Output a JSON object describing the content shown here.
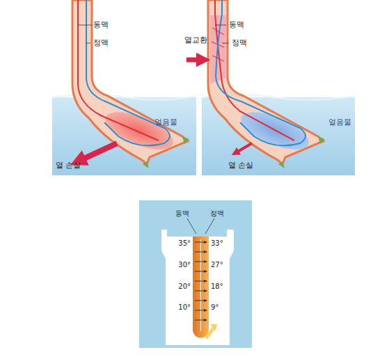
{
  "diagram": {
    "labels": [
      "동맥",
      "정맥",
      "얼음물",
      "열 손실",
      "열교환",
      "동맥",
      "정맥",
      "얼음물",
      "열 손실",
      "동맥",
      "정맥",
      "35°",
      "30°",
      "20°",
      "10°",
      "33°",
      "27°",
      "18°",
      "9°"
    ]
  }
}
